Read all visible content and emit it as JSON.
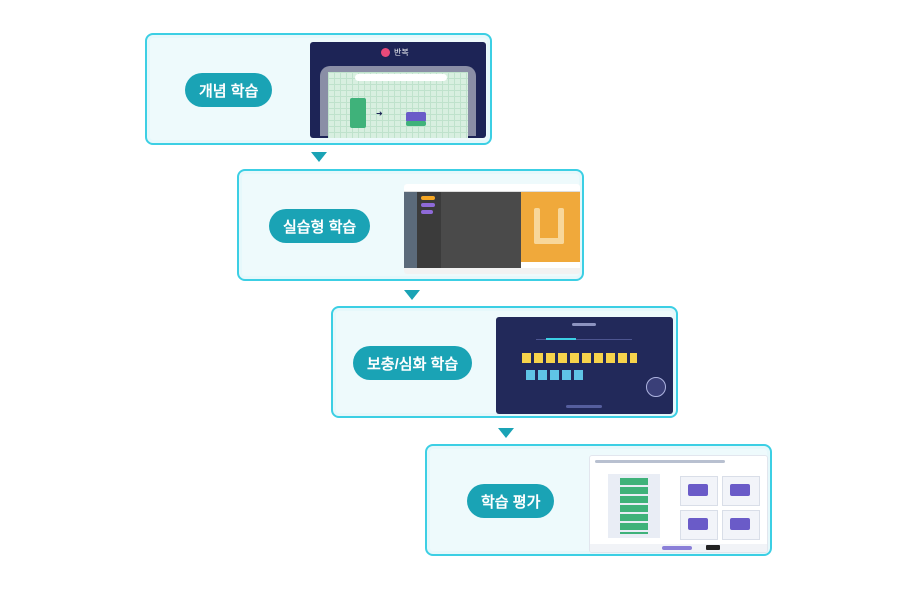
{
  "steps": [
    {
      "label": "개념 학습"
    },
    {
      "label": "실습형 학습"
    },
    {
      "label": "보충/심화 학습"
    },
    {
      "label": "학습 평가"
    }
  ],
  "concept_shot": {
    "title": "반복"
  },
  "colors": {
    "border": "#3ccfe4",
    "pill": "#1aa3b5",
    "card_bg": "#eefafc",
    "arrow": "#1aa3b5"
  }
}
